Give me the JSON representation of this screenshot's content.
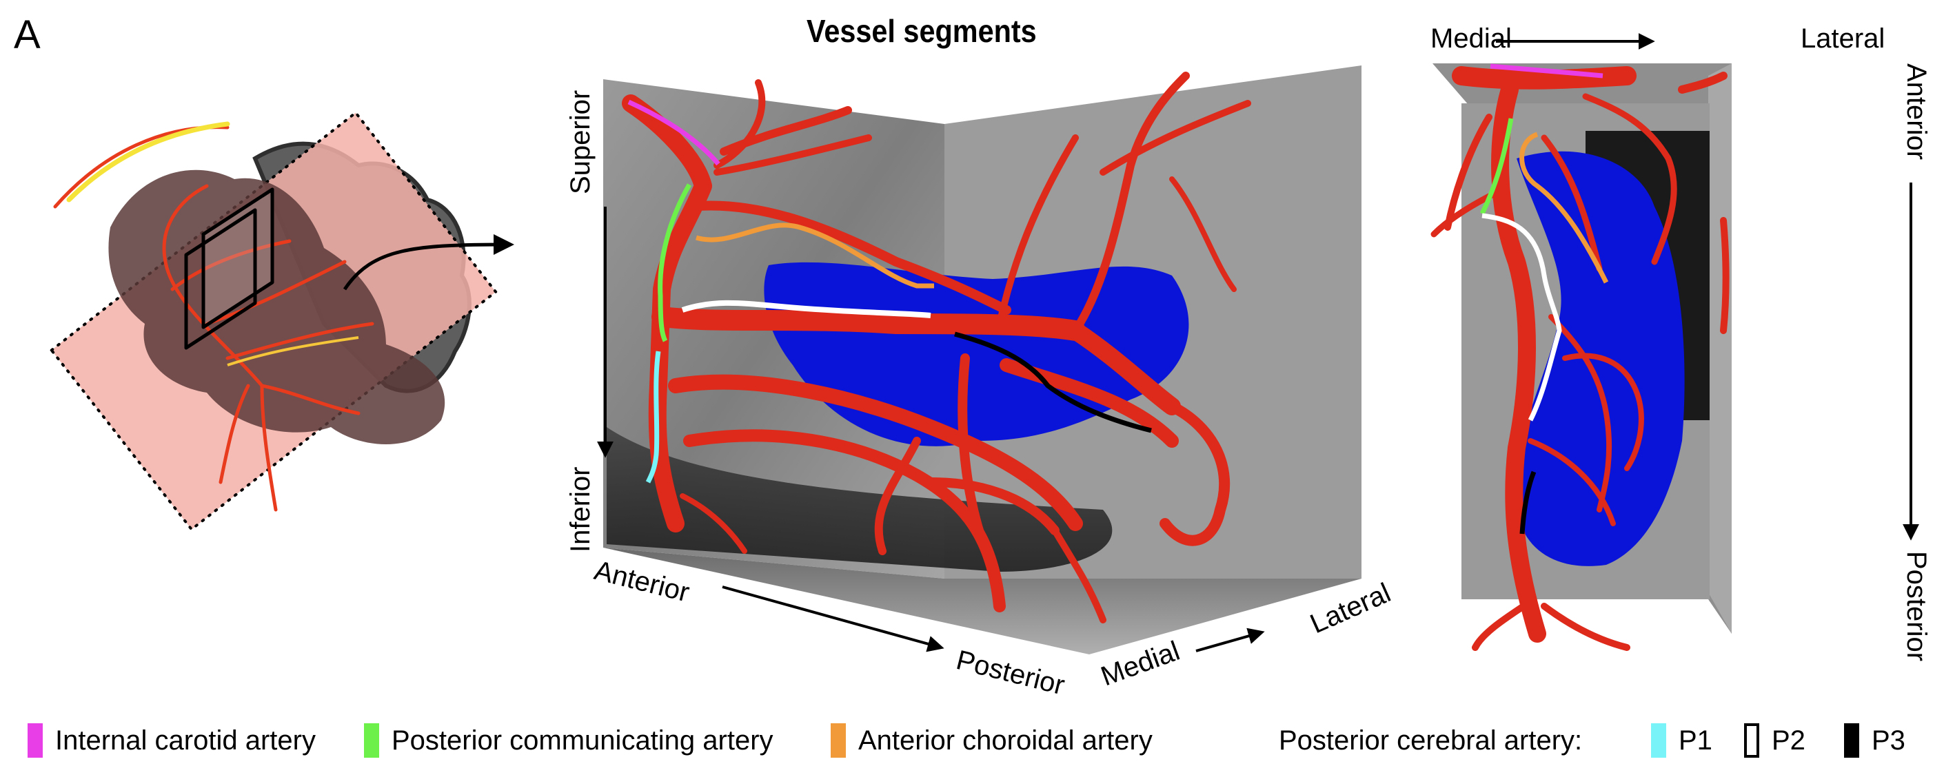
{
  "figure": {
    "panel_letter": "A",
    "title": "Vessel segments"
  },
  "left_panel": {
    "description_icon": "brain-sagittal-slice-with-angiography",
    "arrow_icon": "curved-arrow-right"
  },
  "middle_panel": {
    "axes": {
      "superior": "Superior",
      "inferior": "Inferior",
      "anterior": "Anterior",
      "posterior": "Posterior",
      "medial": "Medial",
      "lateral": "Lateral"
    }
  },
  "right_panel": {
    "axes": {
      "medial": "Medial",
      "lateral": "Lateral",
      "anterior": "Anterior",
      "posterior": "Posterior"
    }
  },
  "legend": {
    "items": [
      {
        "label": "Internal carotid artery",
        "color": "#e83ee8"
      },
      {
        "label": "Posterior communicating artery",
        "color": "#6ef04a"
      },
      {
        "label": "Anterior choroidal artery",
        "color": "#f09a3a"
      }
    ],
    "pca_label": "Posterior cerebral artery:",
    "pca_segments": [
      {
        "label": "P1",
        "color": "#78f4f8"
      },
      {
        "label": "P2",
        "color": "#ffffff"
      },
      {
        "label": "P3",
        "color": "#000000"
      }
    ]
  },
  "colors": {
    "vessel": "#dd2a1a",
    "structure": "#0a14d8",
    "mri_gray": "#8c8c8c"
  }
}
